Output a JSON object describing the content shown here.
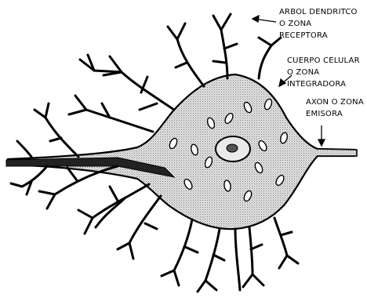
{
  "labels": {
    "dendritic_tree": {
      "lines": [
        "ARBOL DENDRITCO",
        "O ZONA",
        "RECEPTORA"
      ]
    },
    "cell_body": {
      "lines": [
        "CUERPO CELULAR",
        "O ZONA",
        "INTEGRADORA"
      ]
    },
    "axon": {
      "lines": [
        "AXON O ZONA",
        "EMISORA"
      ]
    }
  },
  "colors": {
    "ink": "#000000",
    "cytoplasm_fill": "#d6d6d6",
    "background": "#ffffff"
  }
}
